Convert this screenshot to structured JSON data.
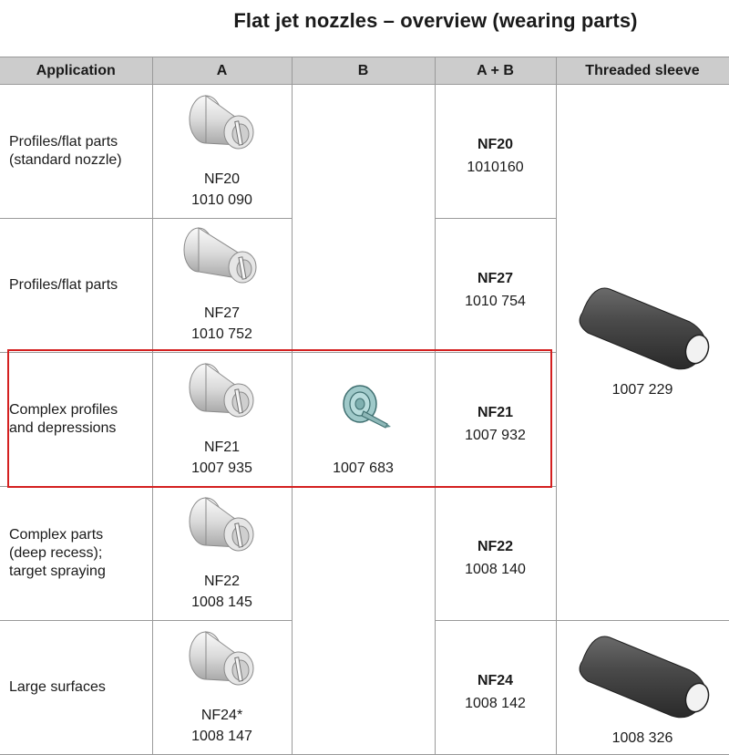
{
  "title": "Flat jet nozzles – overview (wearing parts)",
  "headers": {
    "application": "Application",
    "a": "A",
    "b": "B",
    "ab": "A + B",
    "sleeve": "Threaded sleeve"
  },
  "rows": [
    {
      "application_line1": "Profiles/flat parts",
      "application_line2": "(standard nozzle)",
      "a_name": "NF20",
      "a_code": "1010 090",
      "ab_name": "NF20",
      "ab_code": "1010160"
    },
    {
      "application_line1": "Profiles/flat parts",
      "application_line2": "",
      "a_name": "NF27",
      "a_code": "1010 752",
      "ab_name": "NF27",
      "ab_code": "1010 754"
    },
    {
      "application_line1": "Complex profiles",
      "application_line2": "and depressions",
      "a_name": "NF21",
      "a_code": "1007 935",
      "ab_name": "NF21",
      "ab_code": "1007 932"
    },
    {
      "application_line1": "Complex parts",
      "application_line2": "(deep recess);",
      "application_line3": "target spraying",
      "a_name": "NF22",
      "a_code": "1008 145",
      "ab_name": "NF22",
      "ab_code": "1008 140"
    },
    {
      "application_line1": "Large surfaces",
      "application_line2": "",
      "a_name": "NF24*",
      "a_code": "1008 147",
      "ab_name": "NF24",
      "ab_code": "1008 142"
    }
  ],
  "b_part": {
    "code": "1007 683",
    "icon": "spray-insert-icon",
    "color": "#9fc9c9"
  },
  "sleeves": [
    {
      "code": "1007 229",
      "icon": "threaded-sleeve-icon"
    },
    {
      "code": "1008 326",
      "icon": "threaded-sleeve-icon"
    }
  ],
  "highlight_color": "#d42020",
  "nozzle_icon": "flat-jet-nozzle-icon"
}
